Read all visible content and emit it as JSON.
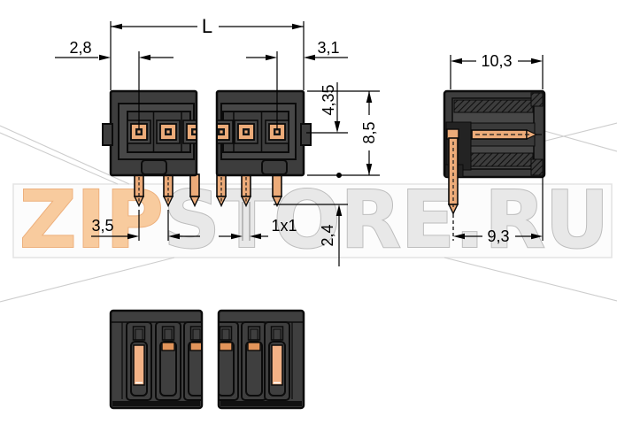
{
  "drawing": {
    "type": "connector technical dimension drawing",
    "views": {
      "front": "front view (broken, 2x3 pins)",
      "side": "side section view",
      "bottom": "bottom view (broken)"
    },
    "dims": {
      "overall_length": "L",
      "edge_to_first_pin": "2,8",
      "last_pin_to_edge": "3,1",
      "top_to_pin_axis": "4,35",
      "housing_height": "8,5",
      "pin_pitch": "3,5",
      "pin_section": "1x1",
      "pin_protrusion": "2,4",
      "side_depth": "10,3",
      "pin_bend_offset": "9,3"
    },
    "watermark": {
      "zip": "ZIP",
      "store": "STORE.RU"
    },
    "colors": {
      "housing": "#3d3d3d",
      "housing_inner": "#474747",
      "outline": "#0b0b0b",
      "copper": "#ecab79",
      "copper_small": "#e2945a",
      "copper_tall": "#f3b286",
      "watermark_orange": "#f8cb9e",
      "watermark_gray": "#e8e8e8",
      "band_bg": "#fcfcfc"
    }
  }
}
